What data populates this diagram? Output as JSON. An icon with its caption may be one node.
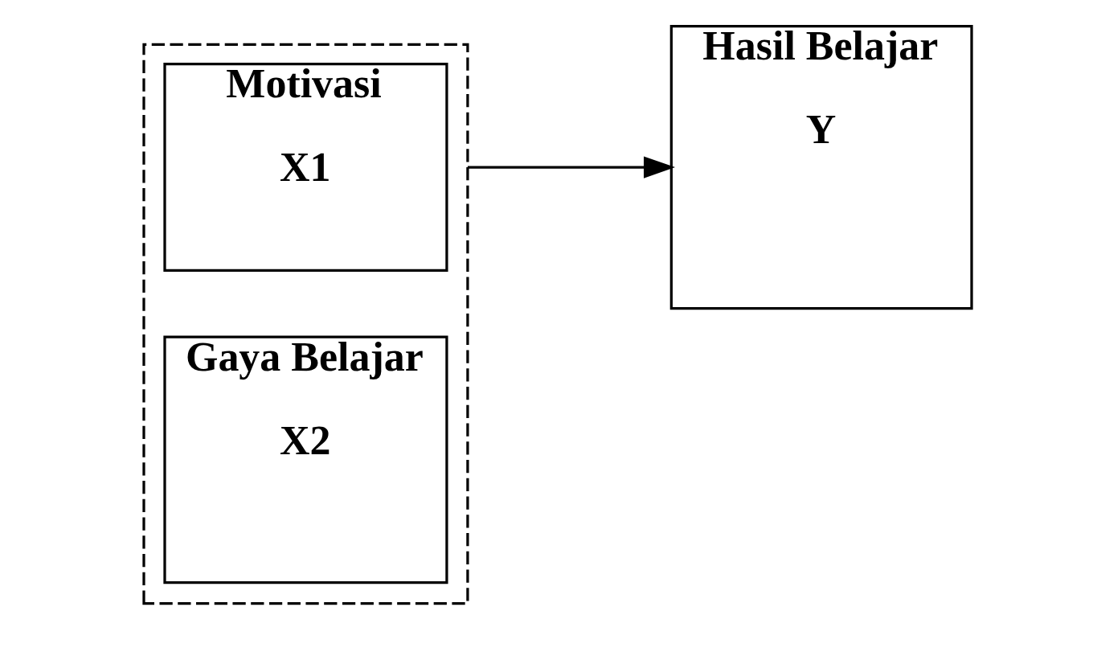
{
  "diagram": {
    "nodes": [
      {
        "text": [],
        "shape": "box"
      },
      {
        "text": [
          "Motivasi",
          "X1"
        ],
        "in": 0
      },
      {
        "text": [
          "Gaya Belajar",
          "X2"
        ],
        "in": 0
      },
      {
        "text": [
          "Hasil Belajar",
          "Y"
        ]
      }
    ],
    "edges": [
      {
        "from": 0,
        "to": 3,
        "arrow": "to"
      }
    ]
  }
}
